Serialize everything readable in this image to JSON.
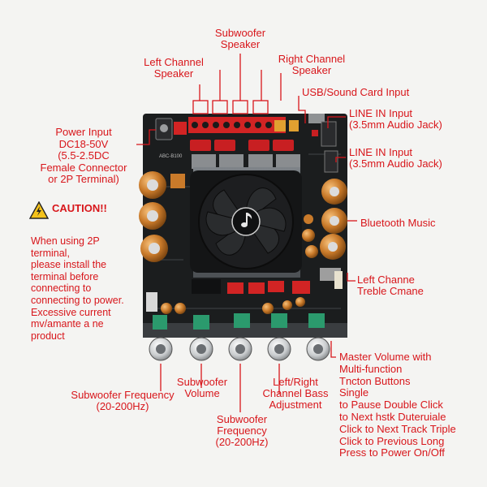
{
  "labels": {
    "subwoofer_speaker": [
      "Subwoofer",
      "Speaker"
    ],
    "left_channel_speaker": [
      "Left Channel",
      "Speaker"
    ],
    "right_channel_speaker": [
      "Right Channel",
      "Speaker"
    ],
    "usb_input": "USB/Sound Card Input",
    "line_in_1": [
      "LINE IN Input",
      "(3.5mm Audio Jack)"
    ],
    "line_in_2": [
      "LINE IN Input",
      "(3.5mm Audio Jack)"
    ],
    "power_input": [
      "Power Input",
      "DC18-50V",
      "(5.5-2.5DC",
      "Female Connector",
      "or 2P Terminal)"
    ],
    "caution_title": "CAUTION!!",
    "caution_body": [
      "When using 2P",
      "terminal,",
      "please install the",
      "terminal before",
      "connecting to",
      "connecting to power.",
      "Excessive current",
      "mv/amante a ne",
      "product"
    ],
    "bluetooth_music": "Bluetooth Music",
    "treble": [
      "Left Channe",
      "Treble Cmane"
    ],
    "master_volume": [
      "Master Volume with",
      "Multi-function",
      "Tncton Buttons",
      "Single",
      "to Pause Double Click",
      "to Next hstk Duteruiale",
      "Click to Next Track Triple",
      "Click to Previous  Long",
      "Press to Power On/Off"
    ],
    "subwoofer_frequency_left": [
      "Subwoofer Frequency",
      "(20-200Hz)"
    ],
    "subwoofer_volume": [
      "Subwoofer",
      "Volume"
    ],
    "lr_bass": [
      "Left/Right",
      "Channel Bass",
      "Adjustment"
    ],
    "subwoofer_frequency_bottom": [
      "Subwoofer",
      "Frequency",
      "(20-200Hz)"
    ]
  },
  "board": {
    "chip_text": "ABC-B100",
    "fan_icon": "music-note-icon"
  },
  "colors": {
    "label_red": "#d8161b",
    "board": "#1b1d1e",
    "capacitor": "#c97a2a",
    "terminal": "#d22424",
    "knob": "#c9ccce",
    "trimmer": "#2b9a6d"
  }
}
